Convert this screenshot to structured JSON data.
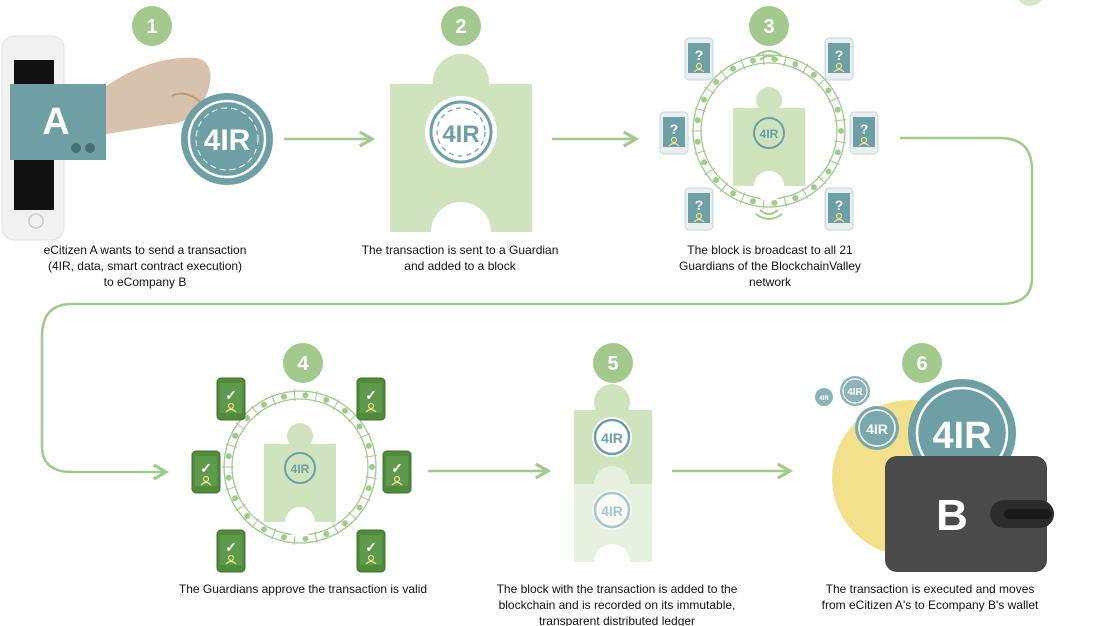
{
  "steps": [
    {
      "number": "1",
      "caption": [
        "eCitizen A wants to send a transaction",
        "(4IR, data, smart contract execution)",
        "to eCompany B"
      ]
    },
    {
      "number": "2",
      "caption": [
        "The transaction is sent to a Guardian",
        "and added to a block"
      ]
    },
    {
      "number": "3",
      "caption": [
        "The block is broadcast to all 21",
        "Guardians of the BlockchainValley",
        "network"
      ]
    },
    {
      "number": "4",
      "caption": [
        "The Guardians approve the transaction is valid"
      ]
    },
    {
      "number": "5",
      "caption": [
        "The block with the transaction is added to the",
        "blockchain and is recorded on its immutable,",
        "transparent distributed ledger"
      ]
    },
    {
      "number": "6",
      "caption": [
        "The transaction is executed and moves",
        "from eCitizen A's to Ecompany B's wallet"
      ]
    }
  ],
  "labels": {
    "sender": "A",
    "receiver": "B",
    "token": "4IR",
    "unknown": "?",
    "approved": "✓"
  },
  "icons": [
    "phone-icon",
    "hand-icon",
    "coin-icon",
    "puzzle-block-icon",
    "tablet-question-icon",
    "tablet-check-icon",
    "wifi-icon",
    "wallet-icon",
    "arrow-icon"
  ],
  "colors": {
    "accent": "#a3c98e",
    "teal": "#6e9fa5",
    "puzzle": "#cfe3bf",
    "check_tablet": "#4f8a3d",
    "wallet": "#4a4a4a",
    "yellow": "#f2e08c"
  }
}
